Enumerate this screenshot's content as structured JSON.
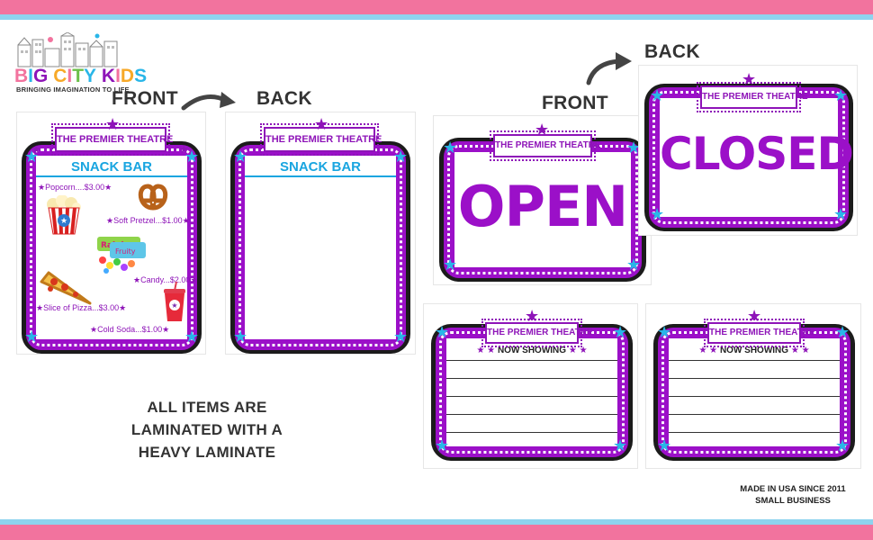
{
  "brand": {
    "name_letters": [
      "B",
      "I",
      "G",
      " ",
      "C",
      "I",
      "T",
      "Y",
      " ",
      "K",
      "I",
      "D",
      "S"
    ],
    "name_colors": [
      "#f2739e",
      "#29b6e8",
      "#8e14b8",
      "#ffffff",
      "#f7a928",
      "#f2739e",
      "#6cc04a",
      "#29b6e8",
      "#ffffff",
      "#8e14b8",
      "#f2739e",
      "#f7a928",
      "#29b6e8"
    ],
    "tagline": "BRINGING IMAGINATION TO LIFE"
  },
  "labels": {
    "front_1": "FRONT",
    "back_1": "BACK",
    "front_2": "FRONT",
    "back_2": "BACK"
  },
  "theatre_name": "THE PREMIER THEATRE",
  "snack_front": {
    "title": "SNACK BAR",
    "items": [
      "★Popcorn....$3.00★",
      "★Soft Pretzel...$1.00★",
      "★Candy...$2.00★",
      "★Slice of Pizza...$3.00★",
      "★Cold Soda...$1.00★"
    ]
  },
  "snack_back": {
    "title": "SNACK BAR"
  },
  "open_sign": {
    "word": "OPEN"
  },
  "closed_sign": {
    "word": "CLOSED"
  },
  "now_showing": {
    "left_label": "NOW SHOWING",
    "right_label": "NOW SHOWING",
    "star_marks": "★ ★"
  },
  "laminate_text": [
    "ALL ITEMS ARE",
    "LAMINATED WITH A",
    "HEAVY LAMINATE"
  ],
  "footer": [
    "MADE IN USA SINCE 2011",
    "SMALL BUSINESS"
  ],
  "colors": {
    "pink_stripe": "#f2739e",
    "blue_stripe": "#8ed3ee",
    "sign_purple": "#9b10c8",
    "snack_blue": "#19a5e0",
    "star_cyan": "#29b6e8"
  },
  "icons": [
    "popcorn-icon",
    "pretzel-icon",
    "candy-icon",
    "pizza-icon",
    "soda-icon",
    "star-icon",
    "curved-arrow-icon",
    "skyline-icon"
  ]
}
